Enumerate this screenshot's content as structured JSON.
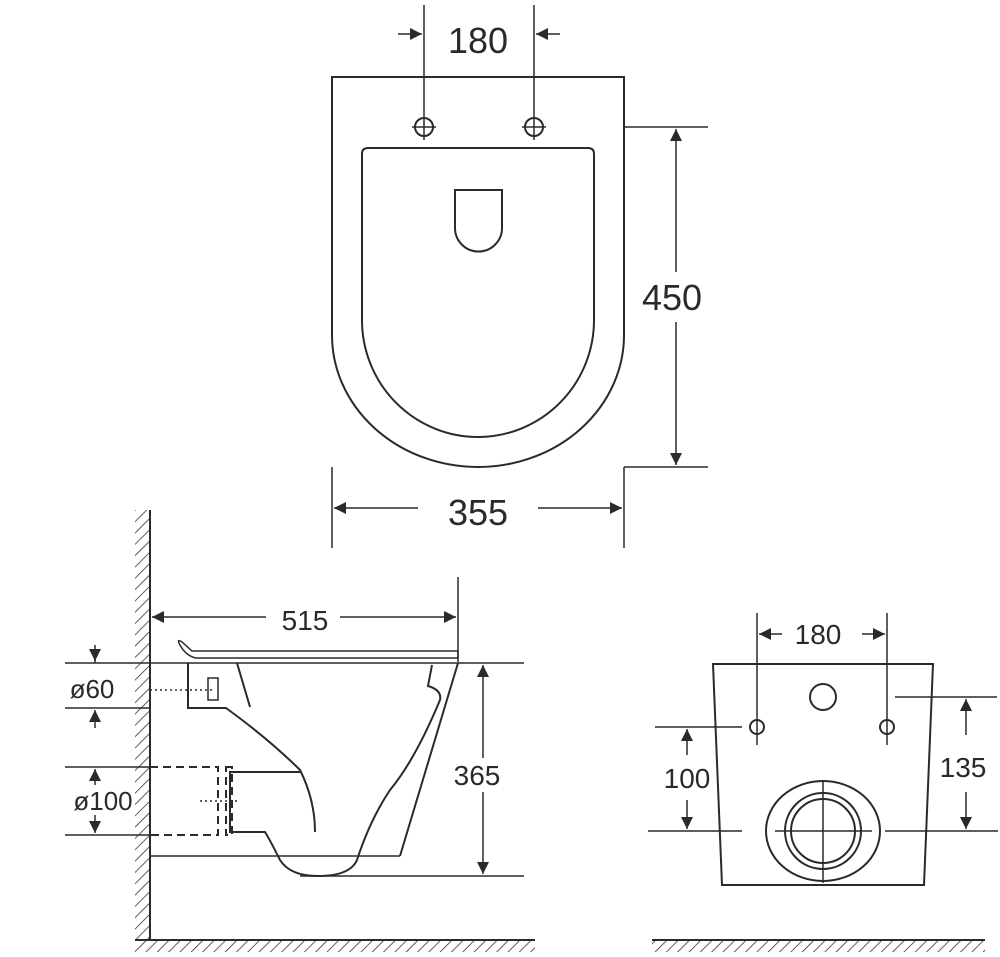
{
  "top_view": {
    "hole_spacing": "180",
    "length": "450",
    "width": "355"
  },
  "side_view": {
    "projection": "515",
    "height": "365",
    "inlet_diameter": "ø60",
    "outlet_diameter": "ø100"
  },
  "rear_view": {
    "hole_spacing": "180",
    "outlet_height": "100",
    "inlet_height": "135"
  },
  "colors": {
    "line": "#2a2a2a",
    "background": "#ffffff"
  }
}
